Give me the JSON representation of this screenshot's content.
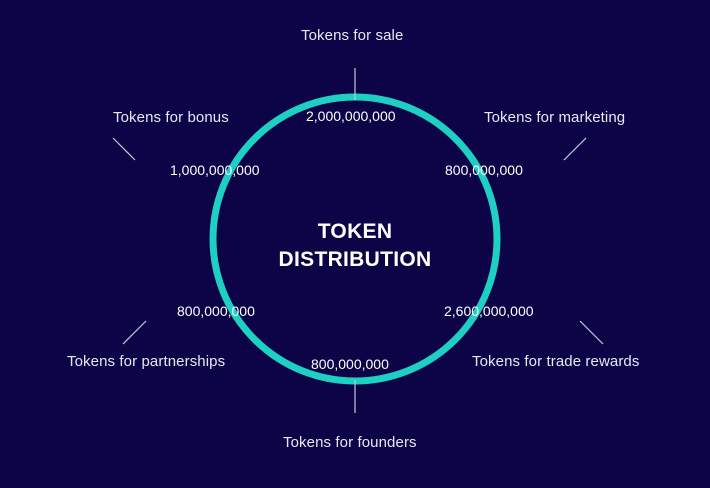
{
  "title_lines": [
    "TOKEN",
    "DISTRIBUTION"
  ],
  "colors": {
    "background": "#0c0447",
    "ring": "#1ecfc4",
    "line": "#c9c9da",
    "text": "#ffffff"
  },
  "segments": [
    {
      "label": "Tokens for sale",
      "value": "2,000,000,000"
    },
    {
      "label": "Tokens for marketing",
      "value": "800,000,000"
    },
    {
      "label": "Tokens for trade rewards",
      "value": "2,600,000,000"
    },
    {
      "label": "Tokens for founders",
      "value": "800,000,000"
    },
    {
      "label": "Tokens for partnerships",
      "value": "800,000,000"
    },
    {
      "label": "Tokens for bonus",
      "value": "1,000,000,000"
    }
  ]
}
